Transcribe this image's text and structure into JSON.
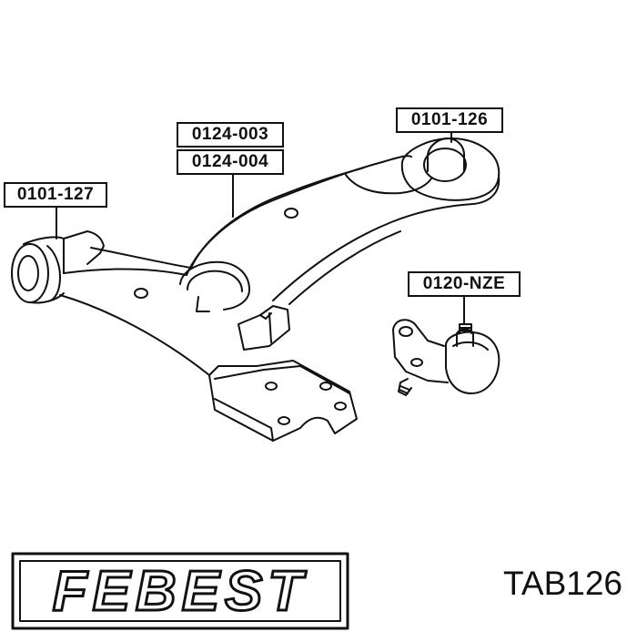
{
  "callouts": {
    "bushing_rear": "0101-127",
    "bushing_front_1": "0124-003",
    "bushing_front_2": "0124-004",
    "bushing_top": "0101-126",
    "ball_joint": "0120-NZE"
  },
  "brand": {
    "logo_text": "FEBEST",
    "logo_color": "#111111"
  },
  "part_number": "TAB126",
  "colors": {
    "line": "#111111",
    "background": "#ffffff"
  }
}
